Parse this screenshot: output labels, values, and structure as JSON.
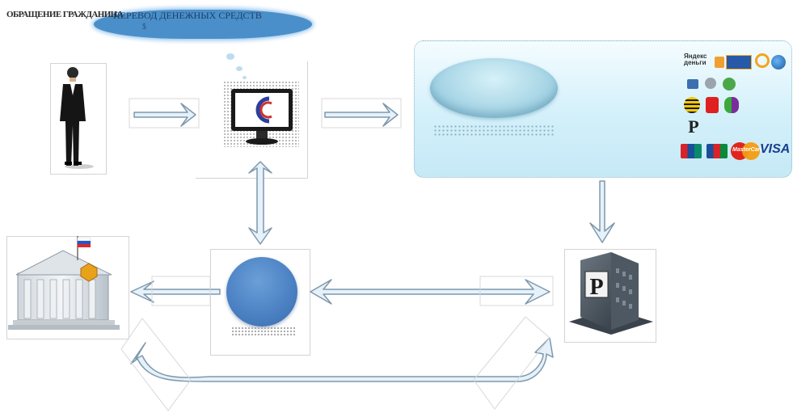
{
  "header": {
    "left_text": "ОБРАЩЕНИЕ ГРАЖДАНИНА",
    "title": "ПЕРЕВОД ДЕНЕЖНЫХ СРЕДСТВ",
    "subtitle": "$"
  },
  "nodes": {
    "person": {
      "icon": "businessman-icon"
    },
    "computer": {
      "icon": "monitor-icon"
    },
    "payment_systems": {
      "logos": [
        "yandex-money",
        "wallet",
        "contact",
        "ring",
        "webmoney",
        "qiwi",
        "bank",
        "green-circle",
        "beeline",
        "mts",
        "megafon",
        "rub",
        "unionpay",
        "jcb",
        "mastercard",
        "visa"
      ],
      "yandex_money_label": "Яндекс деньги",
      "rub_symbol": "Р",
      "mastercard_label": "MasterCard",
      "visa_label": "VISA"
    },
    "central_bank": {
      "icon": "government-building-icon"
    },
    "hub": {
      "icon": "blue-circle"
    },
    "bank": {
      "icon": "bank-building-icon",
      "symbol": "Р"
    }
  },
  "colors": {
    "accent_blue": "#4a8fc9",
    "arrow_fill": "#e6f1f9",
    "arrow_stroke": "#7d98ad",
    "card_bg": "#d3f0fa",
    "hub_blue": "#4a80c2"
  }
}
